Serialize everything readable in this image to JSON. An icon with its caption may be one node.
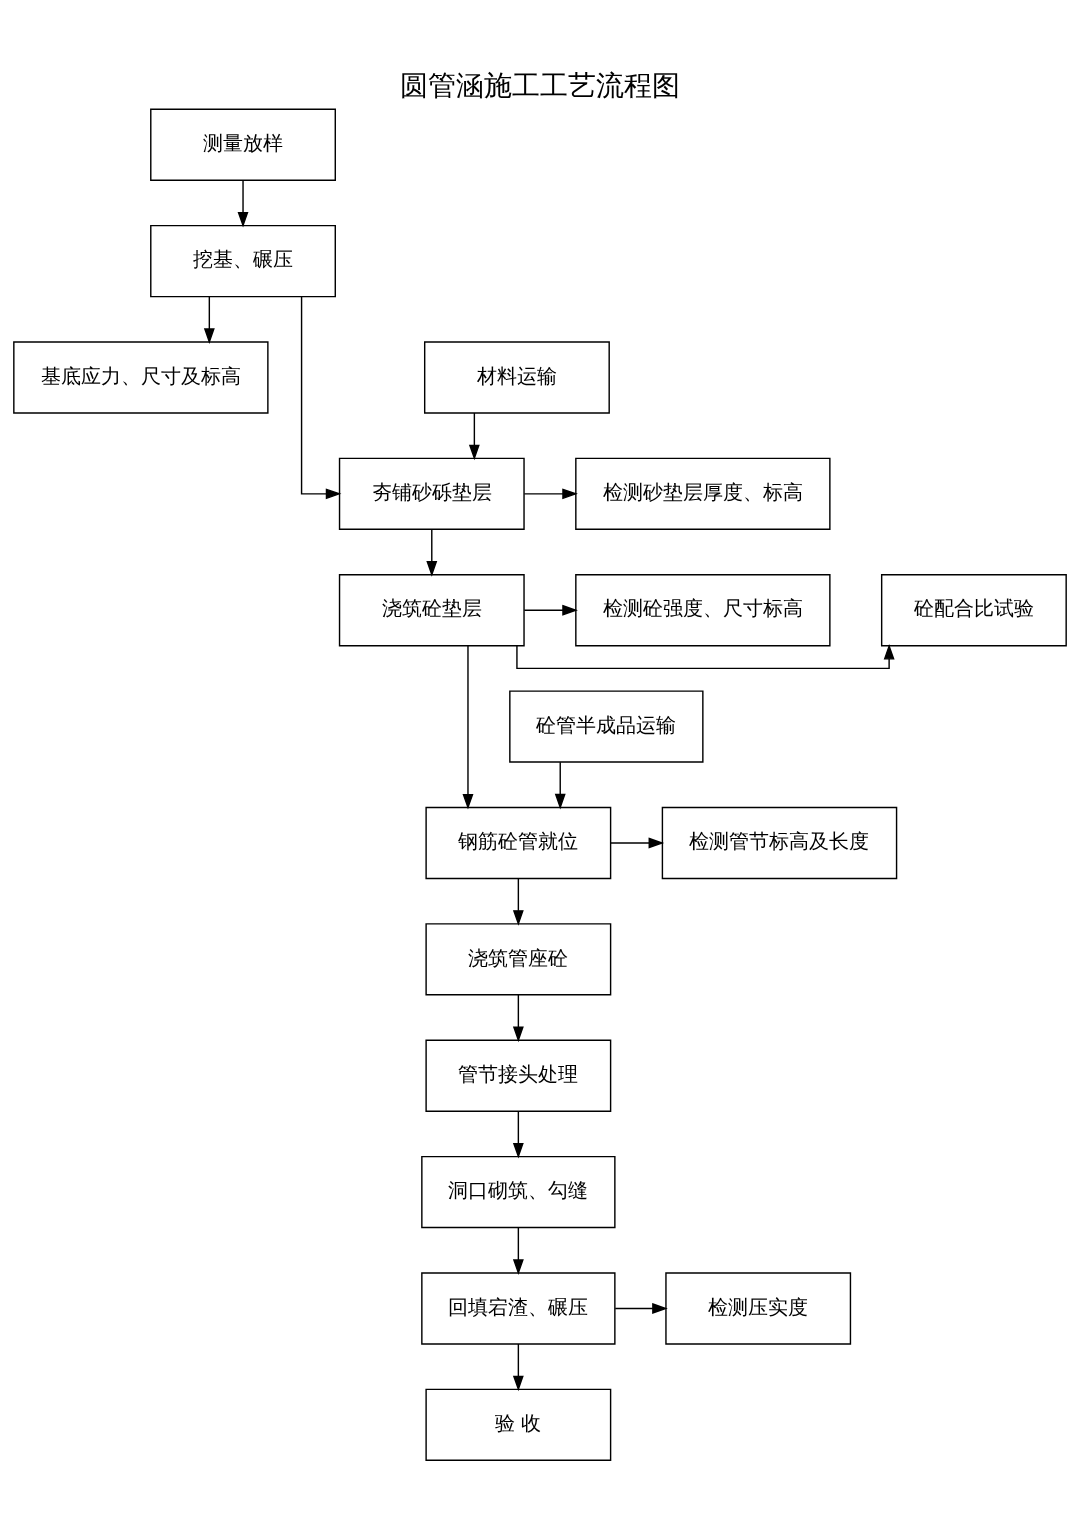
{
  "diagram": {
    "title": "圆管涵施工工艺流程图",
    "nodes": [
      {
        "text": [
          "测量放样"
        ]
      },
      {
        "text": [
          "挖基、碾压"
        ]
      },
      {
        "text": [
          "材料运输"
        ]
      },
      {
        "text": [
          "基底应力、尺寸及标高"
        ]
      },
      {
        "text": [
          "夯铺砂砾垫层"
        ]
      },
      {
        "text": [
          "检测砂垫层厚度、标高"
        ]
      },
      {
        "text": [
          "砼配合比试验"
        ]
      },
      {
        "text": [
          "浇筑砼垫层"
        ]
      },
      {
        "text": [
          "检测砼强度、尺寸标高"
        ]
      },
      {
        "text": [
          "砼管半成品运输"
        ]
      },
      {
        "text": [
          "钢筋砼管就位"
        ]
      },
      {
        "text": [
          "检测管节标高及长度"
        ]
      },
      {
        "text": [
          "浇筑管座砼"
        ]
      },
      {
        "text": [
          "管节接头处理"
        ]
      },
      {
        "text": [
          "洞口砌筑、勾缝"
        ]
      },
      {
        "text": [
          "检测压实度"
        ]
      },
      {
        "text": [
          "回填宕渣、碾压"
        ]
      },
      {
        "text": [
          "验 收"
        ]
      }
    ],
    "edges": [
      {
        "from": 0,
        "to": 1,
        "arrow": "to"
      },
      {
        "from": 1,
        "to": 4,
        "arrow": "to"
      },
      {
        "from": 2,
        "to": 4,
        "arrow": "to"
      },
      {
        "from": 1,
        "to": 3,
        "arrow": "to"
      },
      {
        "from": 4,
        "to": 5,
        "arrow": "to"
      },
      {
        "from": 4,
        "to": 7,
        "arrow": "to"
      },
      {
        "from": 7,
        "to": 6,
        "arrow": "to"
      },
      {
        "from": 7,
        "to": 8,
        "arrow": "to"
      },
      {
        "from": 7,
        "to": 10,
        "arrow": "to"
      },
      {
        "from": 9,
        "to": 10,
        "arrow": "to"
      },
      {
        "from": 10,
        "to": 11,
        "arrow": "to"
      },
      {
        "from": 10,
        "to": 12,
        "arrow": "to"
      },
      {
        "from": 12,
        "to": 13,
        "arrow": "to"
      },
      {
        "from": 13,
        "to": 14,
        "arrow": "to"
      },
      {
        "from": 14,
        "to": 16,
        "arrow": "to"
      },
      {
        "from": 16,
        "to": 15,
        "arrow": "to"
      },
      {
        "from": 16,
        "to": 17,
        "arrow": "to"
      }
    ]
  }
}
